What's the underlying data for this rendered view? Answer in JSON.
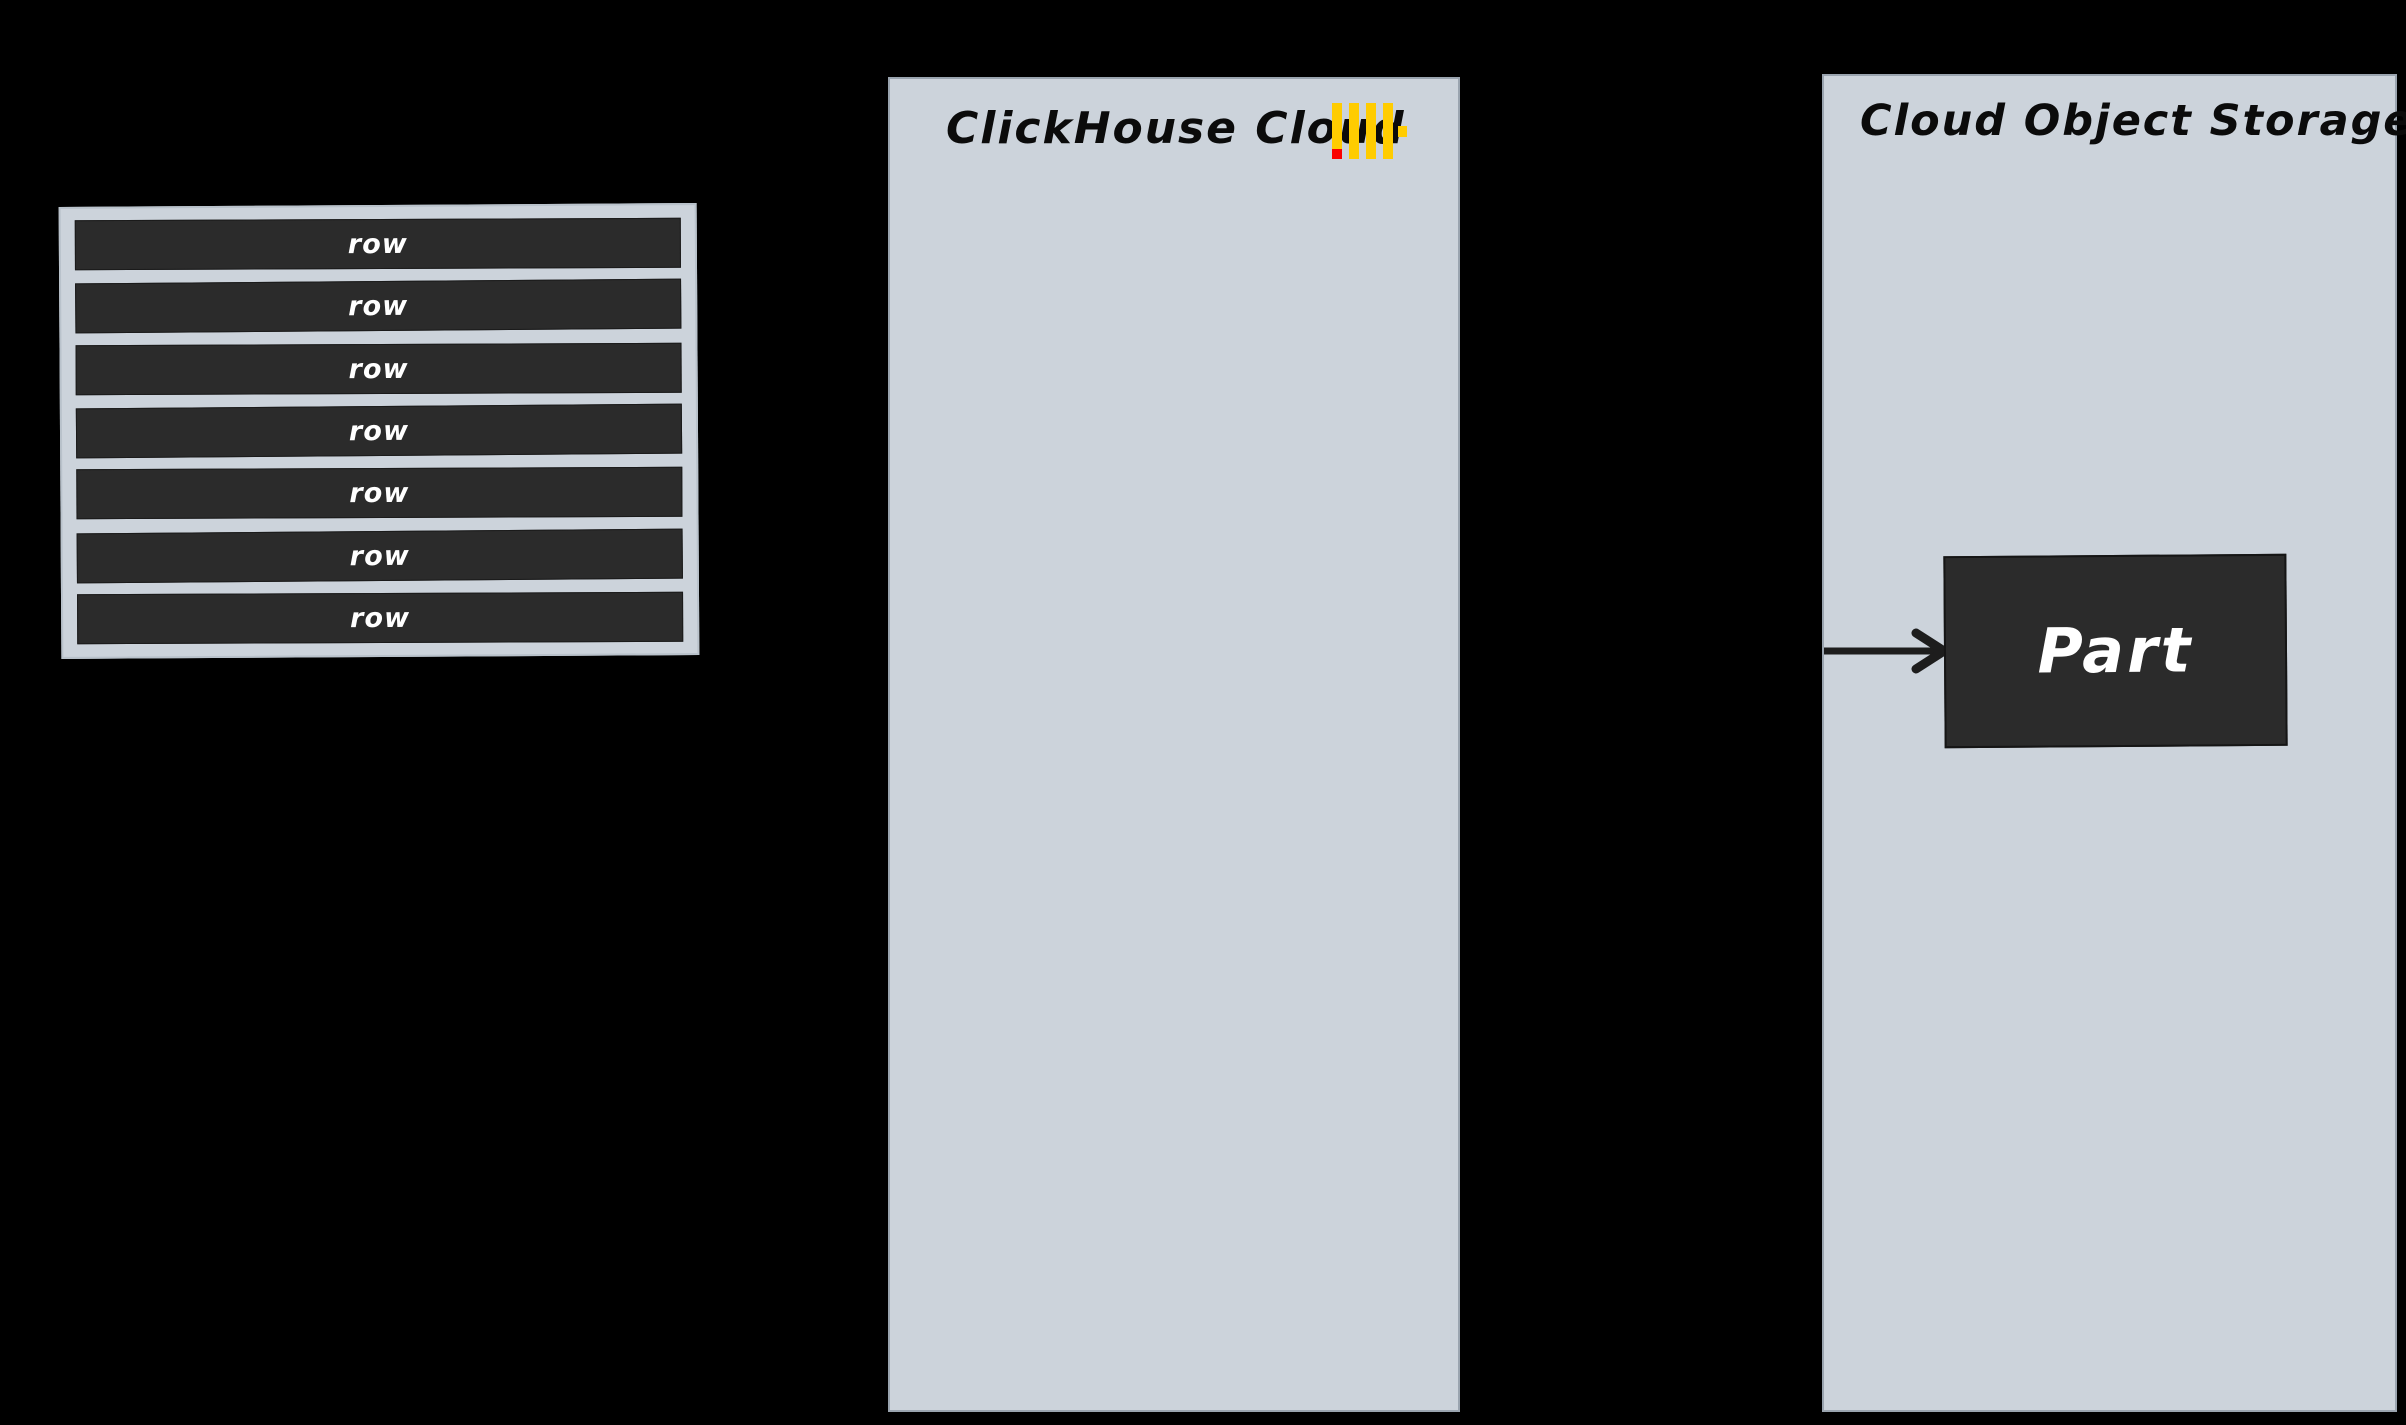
{
  "background_color": "#000000",
  "palette": {
    "panel_fill": "#ccd3db",
    "panel_border": "#9aa4af",
    "box_fill": "#2b2b2b",
    "box_text": "#ffffff",
    "title_text": "#0b0b0b",
    "logo_yellow": "#ffcc00",
    "logo_red": "#fa0000",
    "arrow": "#1d1d1d"
  },
  "rows_table": {
    "name": "rows",
    "rows": [
      {
        "label": "row"
      },
      {
        "label": "row"
      },
      {
        "label": "row"
      },
      {
        "label": "row"
      },
      {
        "label": "row"
      },
      {
        "label": "row"
      },
      {
        "label": "row"
      }
    ]
  },
  "panels": {
    "clickhouse_cloud": {
      "title": "ClickHouse Cloud",
      "logo": {
        "icon": "clickhouse-logo-icon",
        "bars": 4,
        "bar_color": "#ffcc00",
        "accent_square_color": "#fa0000",
        "side_square_color": "#ffcc00"
      }
    },
    "cloud_object_storage": {
      "title": "Cloud Object Storage",
      "part_box": {
        "label": "Part"
      },
      "arrow": {
        "icon": "arrow-right-icon",
        "direction": "right"
      }
    }
  }
}
